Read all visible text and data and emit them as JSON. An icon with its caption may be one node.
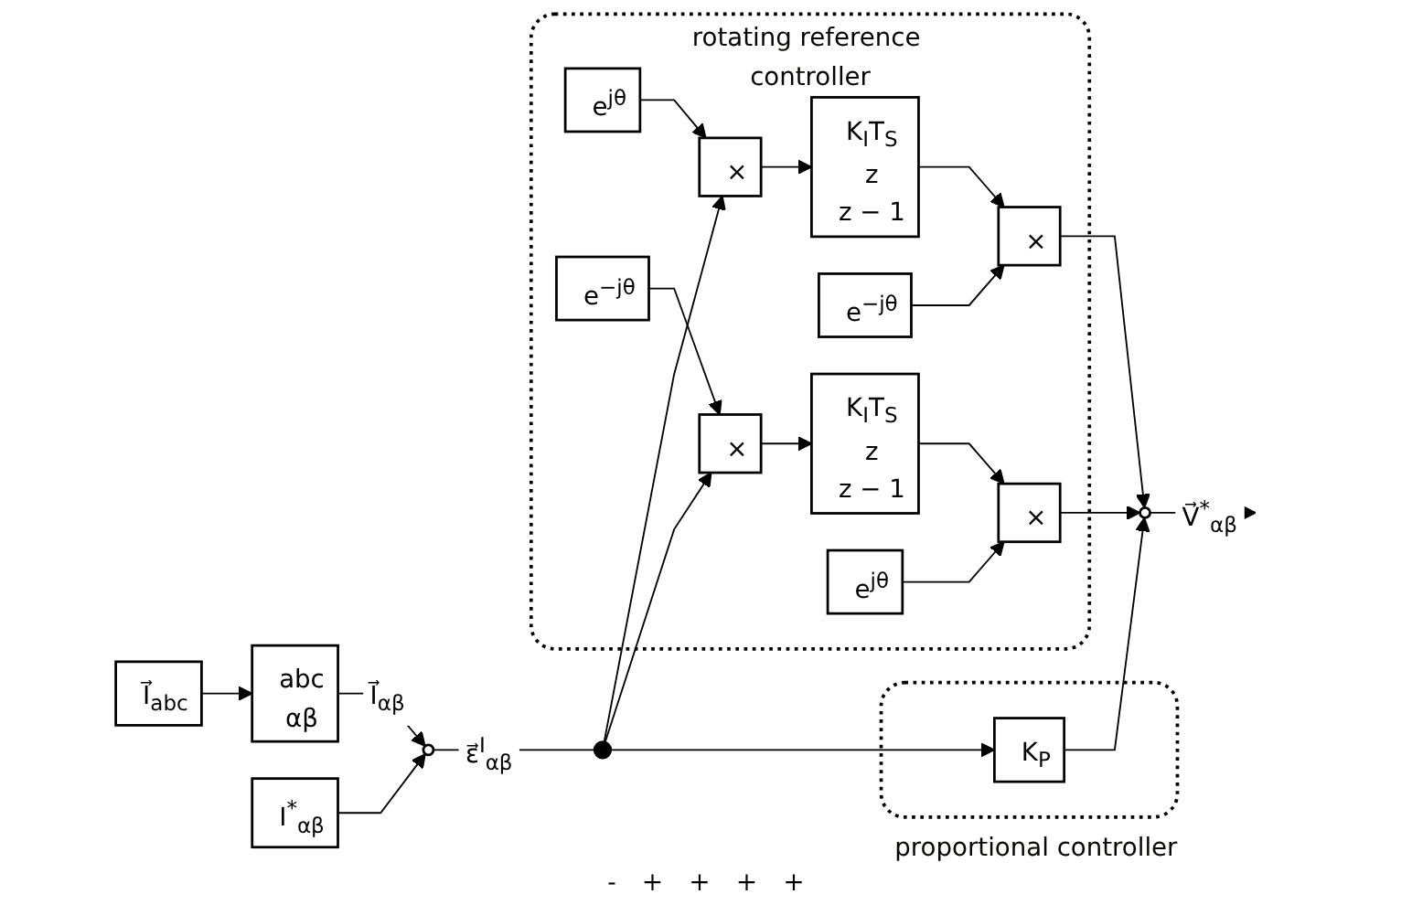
{
  "diagram": {
    "nodes": [
      {
        "text": [
          "I⃗$_{abc}$"
        ]
      },
      {
        "text": [
          "abc",
          "αβ"
        ]
      },
      {
        "text": [
          "I$^{*}$$_{αβ}$"
        ]
      },
      {
        "text": [],
        "shape": "circle"
      },
      {
        "text": [],
        "shape": "dot"
      },
      {
        "text": [
          "rotating reference controller"
        ]
      },
      {
        "text": [
          "e$^{jθ}$"
        ],
        "in": 5
      },
      {
        "text": [
          "×"
        ],
        "in": 5
      },
      {
        "text": [
          "K$_{I}$T$_{S}$",
          "z",
          "z − 1"
        ],
        "in": 5
      },
      {
        "text": [
          "e$^{−jθ}$"
        ],
        "in": 5
      },
      {
        "text": [
          "×"
        ],
        "in": 5
      },
      {
        "text": [
          "e$^{−jθ}$"
        ],
        "in": 5
      },
      {
        "text": [
          "×"
        ],
        "in": 5
      },
      {
        "text": [
          "K$_{I}$T$_{S}$",
          "z",
          "z − 1"
        ],
        "in": 5
      },
      {
        "text": [
          "e$^{jθ}$"
        ],
        "in": 5
      },
      {
        "text": [
          "×"
        ],
        "in": 5
      },
      {
        "text": [],
        "shape": "circle"
      },
      {
        "text": [
          "proportional controller"
        ]
      },
      {
        "text": [
          "K$_{P}$"
        ],
        "in": 17
      }
    ],
    "edges": [
      {
        "from": 0,
        "to": 1,
        "arrow": "to"
      },
      {
        "from": 1,
        "to": 3,
        "arrow": "to",
        "label": "I⃗$_{αβ}$"
      },
      {
        "from": 2,
        "to": 3,
        "arrow": "to"
      },
      {
        "from": 3,
        "to": 4,
        "arrow": "none",
        "label": "ε⃗$^{I}$$_{αβ}$"
      },
      {
        "from": 4,
        "to": 7,
        "arrow": "to"
      },
      {
        "from": 4,
        "to": 12,
        "arrow": "to"
      },
      {
        "from": 4,
        "to": 18,
        "arrow": "to"
      },
      {
        "from": 6,
        "to": 7,
        "arrow": "to"
      },
      {
        "from": 7,
        "to": 8,
        "arrow": "to"
      },
      {
        "from": 8,
        "to": 10,
        "arrow": "to"
      },
      {
        "from": 9,
        "to": 10,
        "arrow": "to"
      },
      {
        "from": 10,
        "to": 16,
        "arrow": "to"
      },
      {
        "from": 11,
        "to": 12,
        "arrow": "to"
      },
      {
        "from": 12,
        "to": 13,
        "arrow": "to"
      },
      {
        "from": 13,
        "to": 15,
        "arrow": "to"
      },
      {
        "from": 14,
        "to": 15,
        "arrow": "to"
      },
      {
        "from": 15,
        "to": 16,
        "arrow": "to"
      },
      {
        "from": 18,
        "to": 16,
        "arrow": "to"
      },
      {
        "from": 16,
        "to": null,
        "arrow": "to",
        "label": "V⃗$^{*}$$_{αβ}$"
      }
    ],
    "labels": [
      "-",
      "+",
      "+",
      "+",
      "+"
    ]
  }
}
